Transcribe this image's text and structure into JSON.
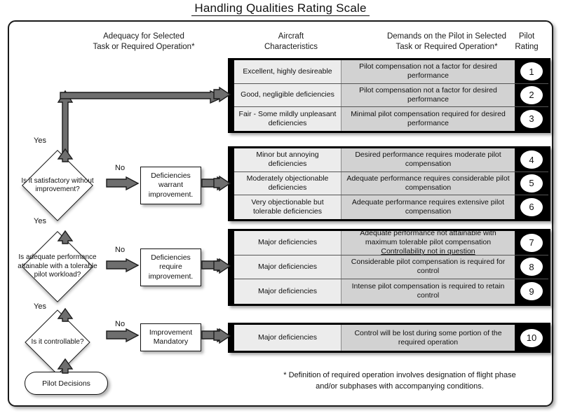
{
  "title": "Handling Qualities Rating Scale",
  "headers": {
    "adequacy": "Adequacy for Selected\nTask or Required  Operation*",
    "adequacy_line1": "Adequacy for Selected",
    "adequacy_line2": "Task or Required  Operation*",
    "aircraft_line1": "Aircraft",
    "aircraft_line2": "Characteristics",
    "demands_line1": "Demands on the Pilot in Selected",
    "demands_line2": "Task or Required Operation*",
    "rating_line1": "Pilot",
    "rating_line2": "Rating"
  },
  "groups": [
    {
      "id": "group-1",
      "rows": [
        {
          "aircraft": "Excellent, highly desireable",
          "demands": "Pilot compensation not a factor for desired performance",
          "rating": "1"
        },
        {
          "aircraft": "Good, negligible deficiencies",
          "demands": "Pilot compensation not a factor for desired performance",
          "rating": "2"
        },
        {
          "aircraft": "Fair - Some mildly unpleasant deficiencies",
          "demands": "Minimal pilot compensation required for desired performance",
          "rating": "3"
        }
      ]
    },
    {
      "id": "group-2",
      "rows": [
        {
          "aircraft": "Minor but annoying deficiencies",
          "demands": "Desired performance requires moderate pilot compensation",
          "rating": "4"
        },
        {
          "aircraft": "Moderately objectionable deficiencies",
          "demands": "Adequate performance requires considerable pilot compensation",
          "rating": "5"
        },
        {
          "aircraft": "Very objectionable but tolerable deficiencies",
          "demands": "Adequate performance requires extensive pilot compensation",
          "rating": "6"
        }
      ]
    },
    {
      "id": "group-3",
      "rows": [
        {
          "aircraft": "Major deficiencies",
          "demands": "Adequate performance not attainable with maximum tolerable pilot compensation",
          "demands_underlined": "Controllability not in question",
          "rating": "7"
        },
        {
          "aircraft": "Major deficiencies",
          "demands": "Considerable pilot compensation is required for control",
          "rating": "8"
        },
        {
          "aircraft": "Major deficiencies",
          "demands": "Intense pilot compensation is required to retain control",
          "rating": "9"
        }
      ]
    },
    {
      "id": "group-4",
      "rows": [
        {
          "aircraft": "Major deficiencies",
          "demands": "Control will be lost during some portion of the required operation",
          "rating": "10"
        }
      ]
    }
  ],
  "flow": {
    "decisions": [
      {
        "id": "dia-1",
        "text": "Is it satisfactory without improvement?"
      },
      {
        "id": "dia-2",
        "text": "Is adequate performance attainable with a tolerable pilot workload?"
      },
      {
        "id": "dia-3",
        "text": "Is it controllable?"
      }
    ],
    "processes": [
      {
        "id": "box-1",
        "text": "Deficiencies warrant improvement."
      },
      {
        "id": "box-2",
        "text": "Deficiencies require improvement."
      },
      {
        "id": "box-3",
        "text": "Improvement Mandatory"
      }
    ],
    "start": "Pilot Decisions",
    "yes_labels": [
      "Yes",
      "Yes",
      "Yes"
    ],
    "no_labels": [
      "No",
      "No",
      "No"
    ]
  },
  "footnote_line1": "* Definition of required operation involves designation of flight phase",
  "footnote_line2": "and/or subphases with accompanying conditions.",
  "colors": {
    "aircraft_cell": "#ececec",
    "demands_cell": "#d2d2d2",
    "spine": "#000000",
    "arrow_fill": "#6e6e6e",
    "outline": "#1a1a1a"
  }
}
